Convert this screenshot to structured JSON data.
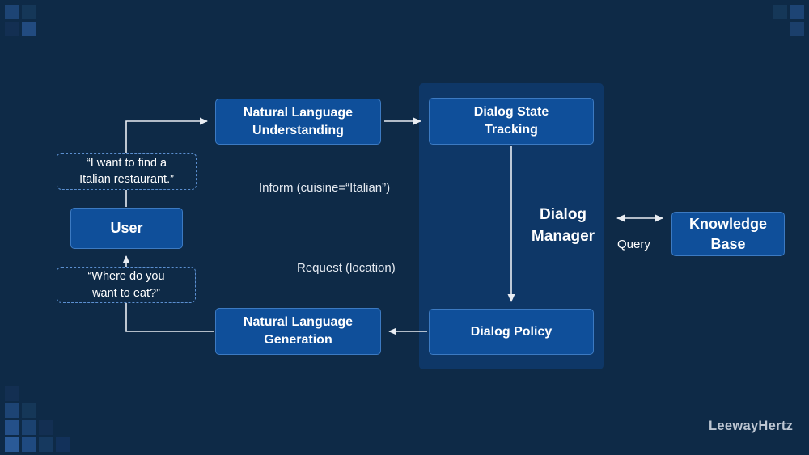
{
  "diagram": {
    "nodes": {
      "nlu": "Natural Language Understanding",
      "dst": "Dialog State Tracking",
      "user": "User",
      "knowledge_base": "Knowledge Base",
      "nlg": "Natural Language Generation",
      "dialog_policy": "Dialog Policy",
      "dialog_manager": "Dialog Manager"
    },
    "bubbles": {
      "user_utterance": "“I want to find a Italian restaurant.”",
      "system_utterance": "“Where do you want to eat?”"
    },
    "labels": {
      "inform": "Inform (cuisine=“Italian”)",
      "request": "Request (location)",
      "query": "Query"
    },
    "watermark": "LeewayHertz",
    "colors": {
      "background": "#0e2a47",
      "panel": "#0e3767",
      "node_fill": "#0f4f9a",
      "node_border": "#3c7ac2",
      "bubble_border": "#5b8fd0",
      "arrow": "#e9edf3"
    }
  }
}
